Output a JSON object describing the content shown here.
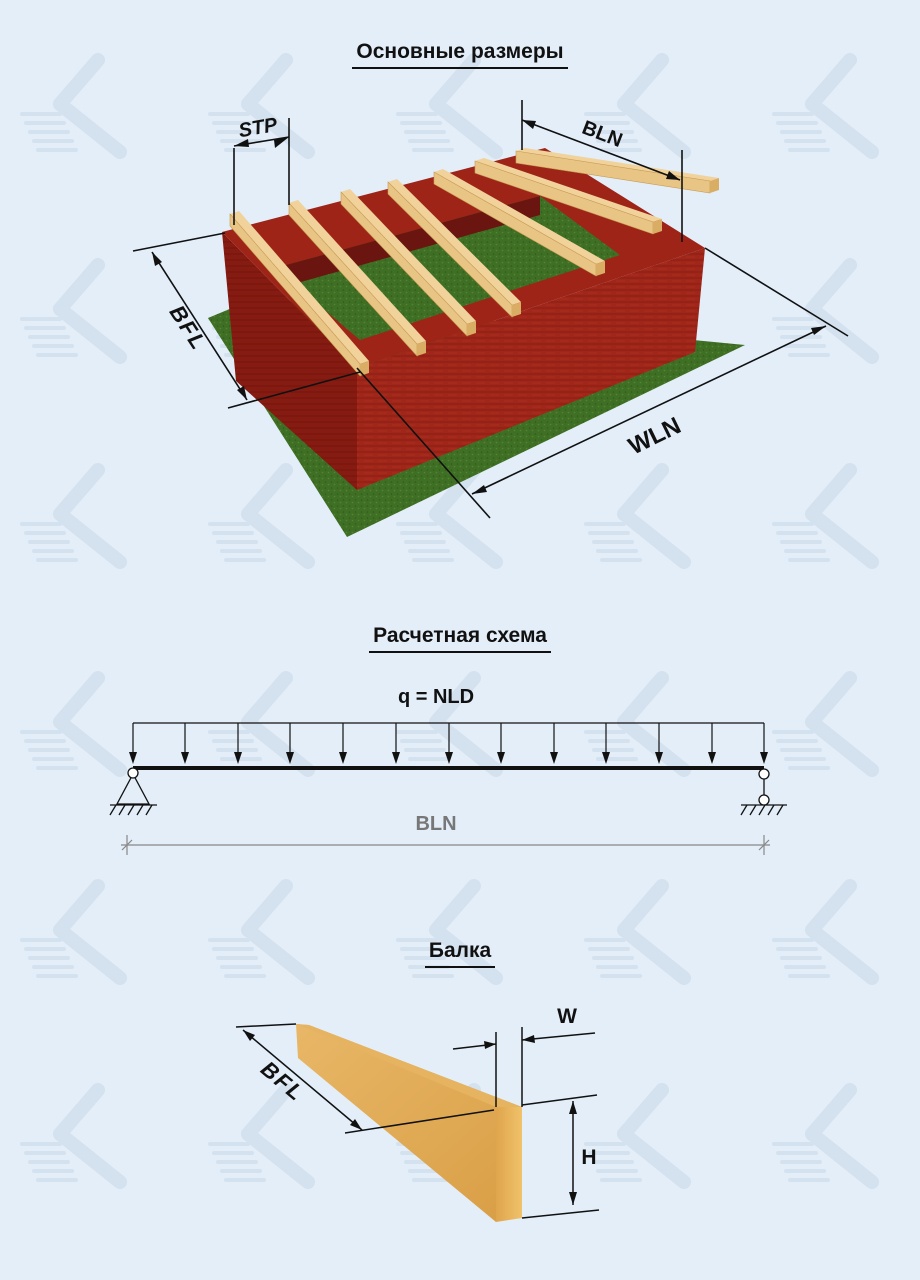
{
  "titles": {
    "main_dimensions": "Основные размеры",
    "calc_scheme": "Расчетная схема",
    "beam": "Балка"
  },
  "dimension_labels": {
    "step": "STP",
    "beam_length": "BLN",
    "floor_width": "BFL",
    "wall_length": "WLN"
  },
  "load_scheme": {
    "load_label": "q = NLD",
    "span_label": "BLN"
  },
  "beam_labels": {
    "length": "BFL",
    "width": "W",
    "height": "H"
  },
  "colors": {
    "background": "#e3eef9",
    "watermark": "#c9d7e6",
    "wall": "#9c2218",
    "grass": "#3f6f24",
    "joist": "#e9c585",
    "beam": "#e0ab55"
  }
}
